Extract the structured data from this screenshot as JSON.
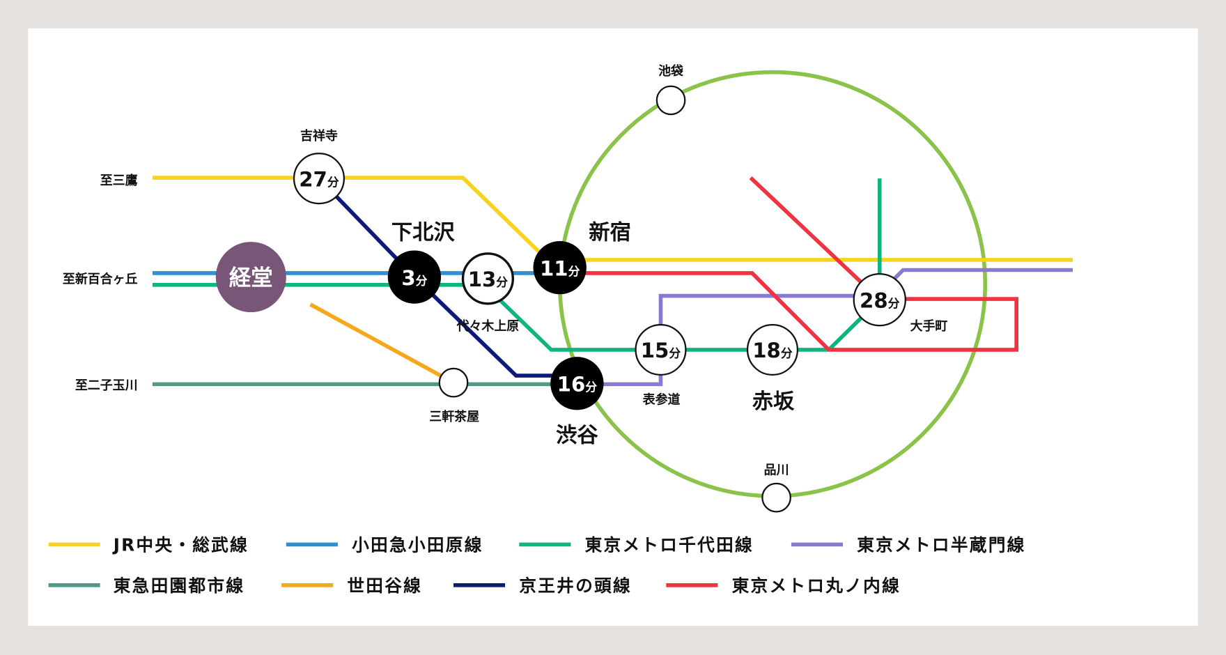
{
  "colors": {
    "jr_chuo_sobu": "#f7d21e",
    "odakyu": "#2f8fd0",
    "chiyoda": "#0fb57e",
    "hanzomon": "#8a78d2",
    "denentoshi": "#4f9a87",
    "setagaya": "#f5a81c",
    "inokashira": "#0d1a7a",
    "marunouchi": "#ef3340",
    "yamanote": "#8bc34a",
    "home_station": "#775677"
  },
  "destinations": {
    "mitaka": "至三鷹",
    "shinyurigaoka": "至新百合ヶ丘",
    "futakotamagawa": "至二子玉川"
  },
  "home_station": "経堂",
  "unit": "分",
  "stations": {
    "kichijoji": {
      "name": "吉祥寺",
      "time": "27"
    },
    "shimokitazawa": {
      "name": "下北沢",
      "time": "3"
    },
    "yoyogiuehara": {
      "name": "代々木上原",
      "time": "13"
    },
    "shinjuku": {
      "name": "新宿",
      "time": "11"
    },
    "shibuya": {
      "name": "渋谷",
      "time": "16"
    },
    "omotesando": {
      "name": "表参道",
      "time": "15"
    },
    "akasaka": {
      "name": "赤坂",
      "time": "18"
    },
    "otemachi": {
      "name": "大手町",
      "time": "28"
    },
    "sangenjaya": {
      "name": "三軒茶屋"
    },
    "ikebukuro": {
      "name": "池袋"
    },
    "shinagawa": {
      "name": "品川"
    }
  },
  "legend": [
    {
      "label": "JR中央・総武線"
    },
    {
      "label": "小田急小田原線"
    },
    {
      "label": "東京メトロ千代田線"
    },
    {
      "label": "東京メトロ半蔵門線"
    },
    {
      "label": "東急田園都市線"
    },
    {
      "label": "世田谷線"
    },
    {
      "label": "京王井の頭線"
    },
    {
      "label": "東京メトロ丸ノ内線"
    }
  ]
}
